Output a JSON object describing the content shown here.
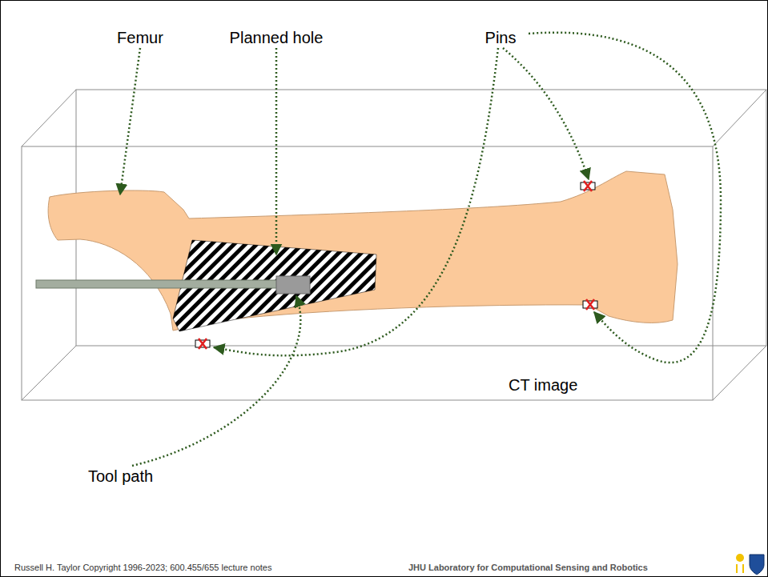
{
  "diagram": {
    "labels": [
      "Femur",
      "Planned hole",
      "Pins",
      "CT image",
      "Tool path",
      "Russell H. Taylor Copyright 1996-2023; 600.455/655 lecture notes",
      "JHU Laboratory for Computational Sensing and Robotics"
    ]
  }
}
